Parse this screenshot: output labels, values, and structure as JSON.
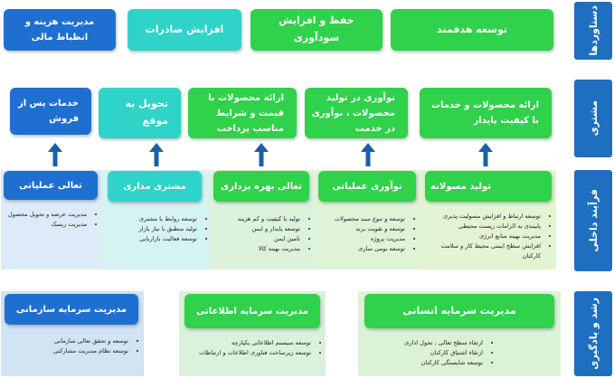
{
  "side_labels": {
    "goals": "دستاوردها",
    "customer": "مشتری",
    "internal": "فرآیند داخلی",
    "growth": "رشد و یادگیری"
  },
  "goals": [
    "توسعه هدفمند",
    "حفظ و افزایش سودآوری",
    "افزایش صادرات",
    "مدیریت هزینه و انظباط مالی"
  ],
  "customer": [
    "ارائه محصولات و خدمات با کیفیت پایدار",
    "نوآوری در تولید محصولات ، نوآوری در خدمت",
    "ارائه محصولات با قیمت و شرایط مناسب پرداخت",
    "تحویل به موقع",
    "خدمات پس از فروش"
  ],
  "internal": [
    {
      "title": "تولید مسولانه",
      "items": [
        "توسعه ارتباط و افزایش مسولیت پذیری",
        "پایبندی به الزامات زیست محیطی",
        "مدیریت بهینه منابع انرژی",
        "افزایش سطح ایمنی محیط کار و سلامت کارکنان"
      ]
    },
    {
      "title": "نوآوری عملیاتی",
      "items": [
        "توسعه و تنوع سبد محصولات",
        "توسعه و تقویت برند",
        "مدیریت پروژه",
        "توسعه بومی سازی"
      ]
    },
    {
      "title": "تعالی بهره برداری",
      "items": [
        "تولید با کیفیت و کم هزینه",
        "توسعه پایدار و ایمن",
        "تامین ایمن",
        "مدیریت بهینه کالا"
      ]
    },
    {
      "title": "مشتری مداری",
      "items": [
        "توسعه روابط با مشتری",
        "تولید منطبق با نیاز بازار",
        "توسعه فعالیت بازاریابی"
      ]
    },
    {
      "title": "تعالی عملیاتی",
      "items": [
        "مدیریت عرضه و تحویل محصول",
        "مدیریت ریسک"
      ]
    }
  ],
  "growth": [
    {
      "title": "مدیریت سرمایه انسانی",
      "items": [
        "ارتقاء سطح تعالی ، تحول اداری",
        "ارتقاء اشتیاق کارکنان",
        "توسعه شایستگی کارکنان"
      ]
    },
    {
      "title": "مدیریت سرمایه اطلاعاتی",
      "items": [
        "توسعه سیستم اطلاعاتی یکپارچه",
        "توسعه زیرساخت فناوری اطلاعات و ارتباطات"
      ]
    },
    {
      "title": "مدیریت سرمایه سازمانی",
      "items": [
        "توسعه و تحقق تعالی سازمانی",
        "توسعه نظام مدیریت مشارکتی"
      ]
    }
  ],
  "colors": {
    "blue": "#1f6fd1",
    "teal": "#2fd3c8",
    "green": "#2fd24a",
    "arrow": "#1a5fa8"
  },
  "icons": [
    "arrow-up-icon"
  ]
}
